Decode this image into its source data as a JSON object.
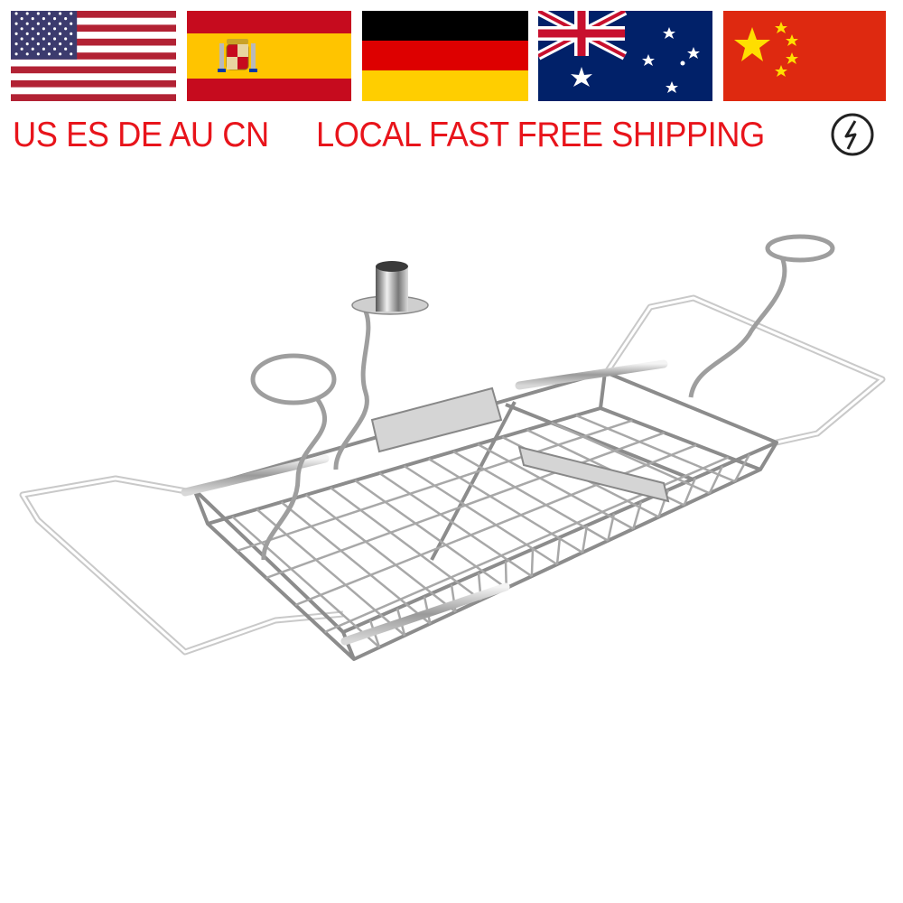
{
  "flags": [
    {
      "id": "us",
      "name": "US"
    },
    {
      "id": "es",
      "name": "ES"
    },
    {
      "id": "de",
      "name": "DE"
    },
    {
      "id": "au",
      "name": "AU"
    },
    {
      "id": "cn",
      "name": "CN"
    }
  ],
  "banner": {
    "countries": "US ES DE AU CN",
    "shipping": "LOCAL FAST FREE SHIPPING",
    "icon": "lightning-bolt-icon",
    "color": "#e8141b"
  },
  "product": {
    "icon": "bathtub-caddy-tray-image"
  }
}
